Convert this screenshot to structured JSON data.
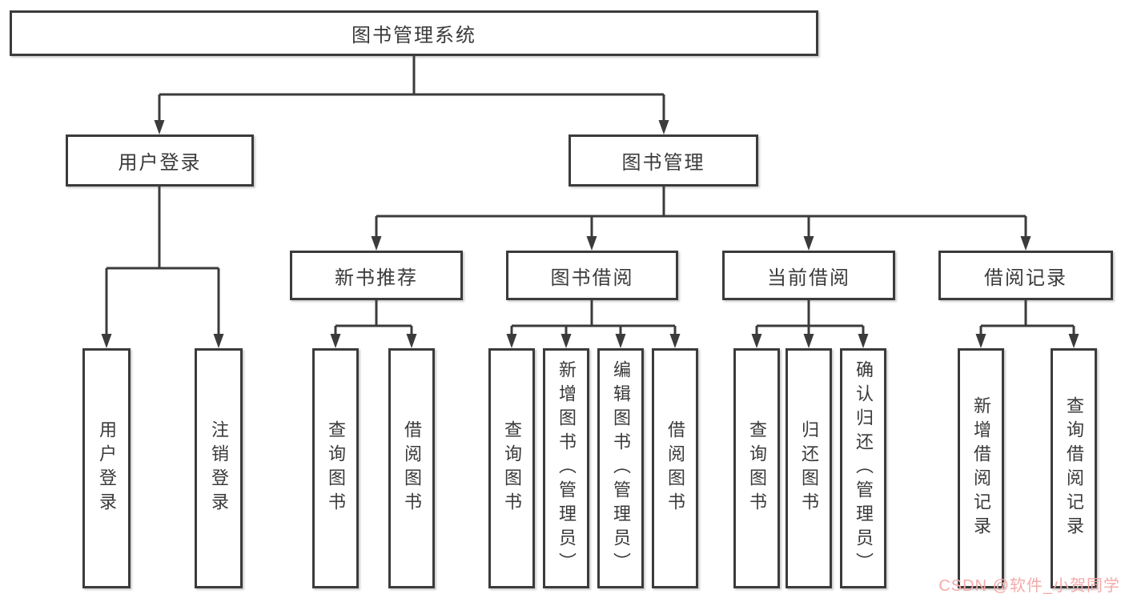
{
  "diagram": {
    "root": {
      "label": "图书管理系统"
    },
    "branches": [
      {
        "label": "用户登录",
        "children": [
          {
            "label": "用户登录"
          },
          {
            "label": "注销登录"
          }
        ]
      },
      {
        "label": "图书管理",
        "children": [
          {
            "label": "新书推荐",
            "children": [
              {
                "label": "查询图书"
              },
              {
                "label": "借阅图书"
              }
            ]
          },
          {
            "label": "图书借阅",
            "children": [
              {
                "label": "查询图书"
              },
              {
                "label": "新增图书（管理员）"
              },
              {
                "label": "编辑图书（管理员）"
              },
              {
                "label": "借阅图书"
              }
            ]
          },
          {
            "label": "当前借阅",
            "children": [
              {
                "label": "查询图书"
              },
              {
                "label": "归还图书"
              },
              {
                "label": "确认归还（管理员）"
              }
            ]
          },
          {
            "label": "借阅记录",
            "children": [
              {
                "label": "新增借阅记录"
              },
              {
                "label": "查询借阅记录"
              }
            ]
          }
        ]
      }
    ]
  },
  "watermark": {
    "text": "CSDN @软件_小贺同学",
    "color": "#f5aaaa"
  },
  "colors": {
    "line": "#3b3b3b",
    "text": "#3a3a3a",
    "box_fill": "#ffffff",
    "background": "#ffffff",
    "watermark": "#f5aaaa"
  }
}
